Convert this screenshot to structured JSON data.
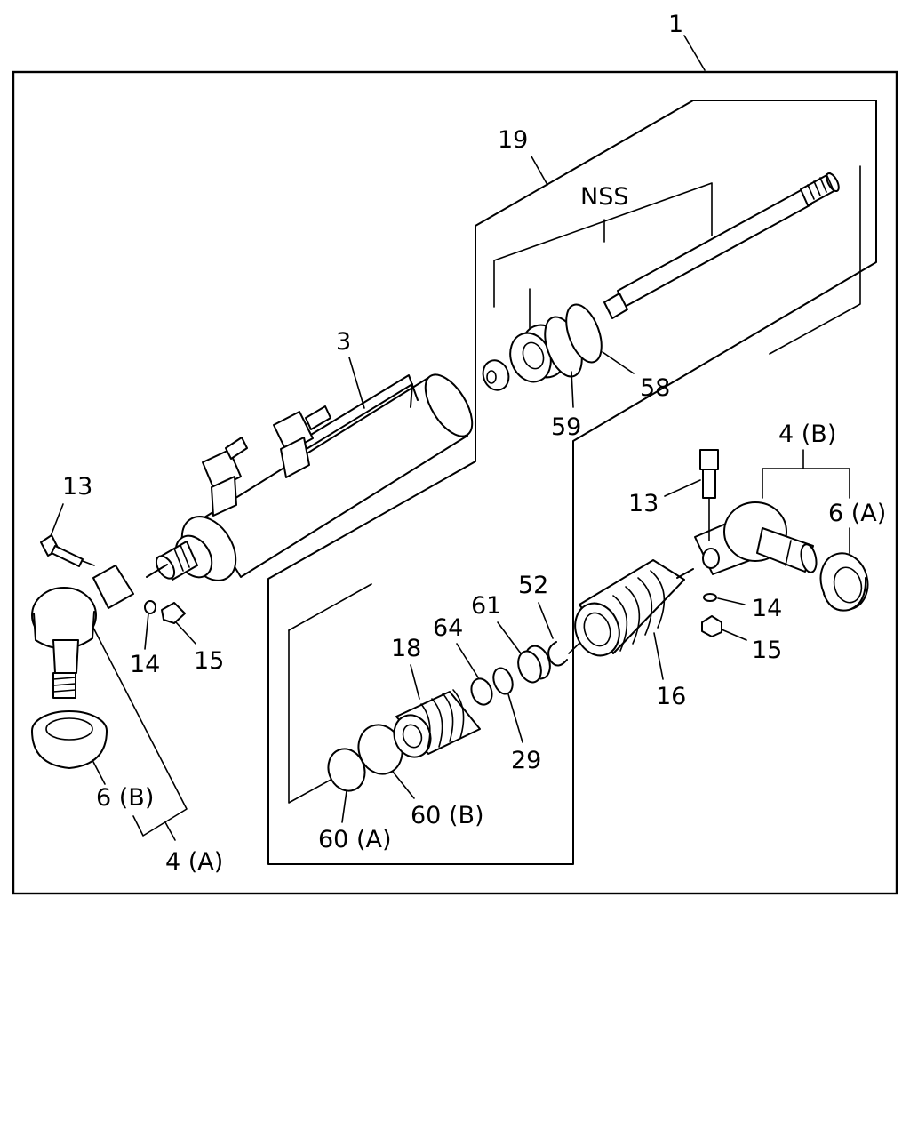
{
  "labels": {
    "assembly": "1",
    "cylinder": "3",
    "tie_rod_end_left": "4 (A)",
    "tie_rod_end_right": "4 (B)",
    "dust_seal_right": "6 (A)",
    "dust_seal_left": "6 (B)",
    "bolt_left": "13",
    "bolt_right": "13",
    "washer_left": "14",
    "washer_right": "14",
    "nut_left": "15",
    "nut_right": "15",
    "boot_large": "16",
    "boot_small": "18",
    "piston_rod_group": "19",
    "ring_29": "29",
    "snap_ring": "52",
    "ring_58": "58",
    "ring_59": "59",
    "ring_60a": "60 (A)",
    "ring_60b": "60 (B)",
    "bushing_61": "61",
    "washer_64": "64",
    "nss": "NSS"
  }
}
